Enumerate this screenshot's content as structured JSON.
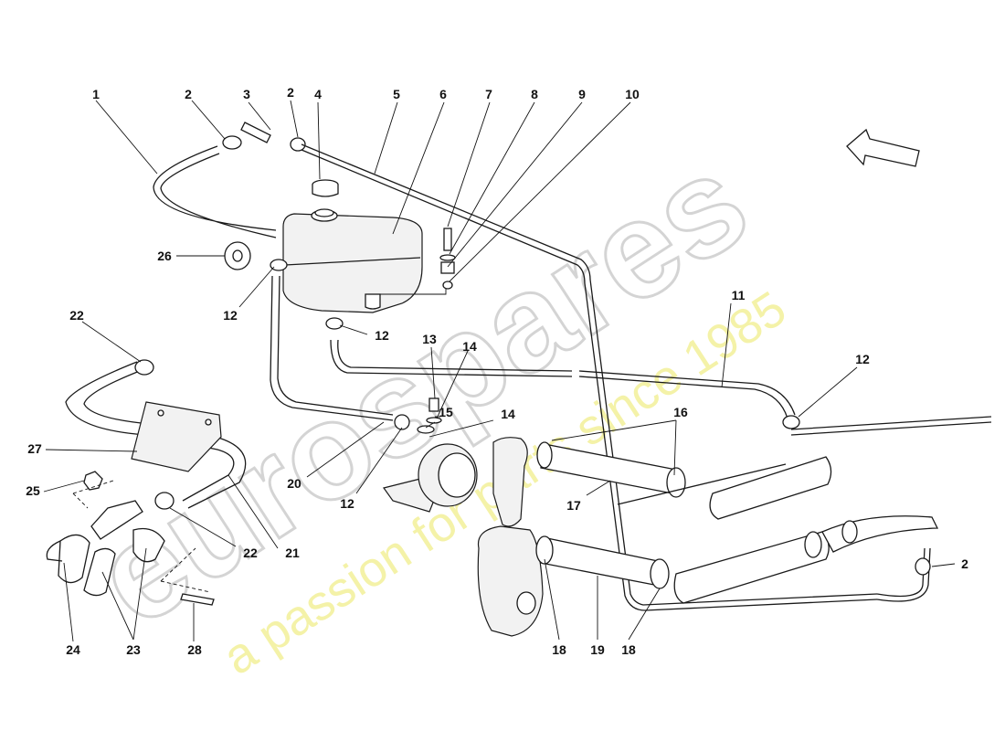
{
  "watermark": {
    "brand": "eurospares",
    "tagline": "a passion for parts since 1985"
  },
  "callouts": [
    "1",
    "2",
    "3",
    "2",
    "4",
    "5",
    "6",
    "7",
    "8",
    "9",
    "10",
    "26",
    "12",
    "12",
    "11",
    "12",
    "22",
    "13",
    "14",
    "15",
    "14",
    "16",
    "27",
    "20",
    "12",
    "17",
    "25",
    "22",
    "21",
    "2",
    "24",
    "23",
    "28",
    "18",
    "19",
    "18"
  ]
}
